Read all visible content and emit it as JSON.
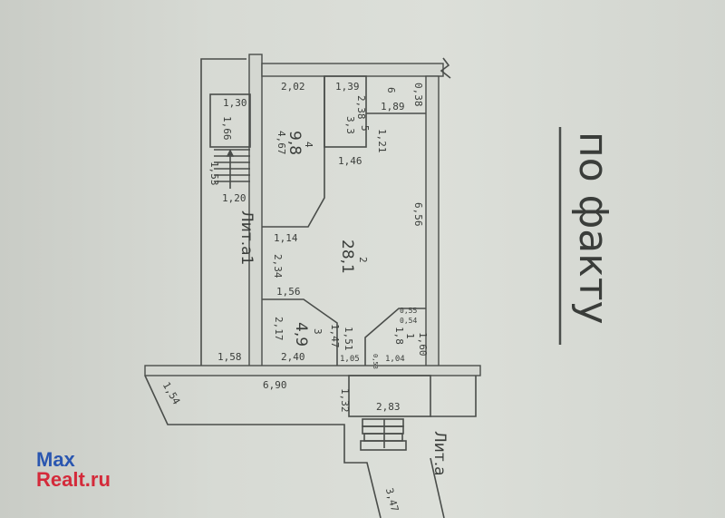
{
  "labels": {
    "d2_02": "2,02",
    "d1_39": "1,39",
    "d6": "6",
    "d0_38": "0,38",
    "d1_30": "1,30",
    "d2_38": "2,38",
    "d1_89": "1,89",
    "d1_66": "1,66",
    "d4_67": "4,67",
    "room4": "4",
    "area4": "9,8",
    "room5": "5",
    "area5": "3,3",
    "d1_21": "1,21",
    "d1_46": "1,46",
    "d1_53": "1,53",
    "d1_20": "1,20",
    "d6_56": "6,56",
    "d1_14": "1,14",
    "room2": "2",
    "area2": "28,1",
    "d2_34": "2,34",
    "d1_56": "1,56",
    "room3": "3",
    "area3": "4,9",
    "d2_17": "2,17",
    "d1_47": "1,47",
    "d1_51": "1,51",
    "d0_55": "0,55",
    "d0_54": "0,54",
    "room1": "1",
    "area1": "1,8",
    "d1_60": "1,60",
    "d2_40": "2,40",
    "d1_05": "1,05",
    "d0_53": "0,53",
    "d1_04": "1,04",
    "d1_58": "1,58",
    "d6_90": "6,90",
    "d1_54": "1,54",
    "d1_32": "1,32",
    "d2_83": "2,83",
    "d3_47": "3,47",
    "lit_a1": "Лит.а1",
    "lit_a": "Лит.а"
  },
  "annotation": "по факту",
  "watermark": {
    "line1": "Max",
    "line2": "Realt.ru"
  }
}
